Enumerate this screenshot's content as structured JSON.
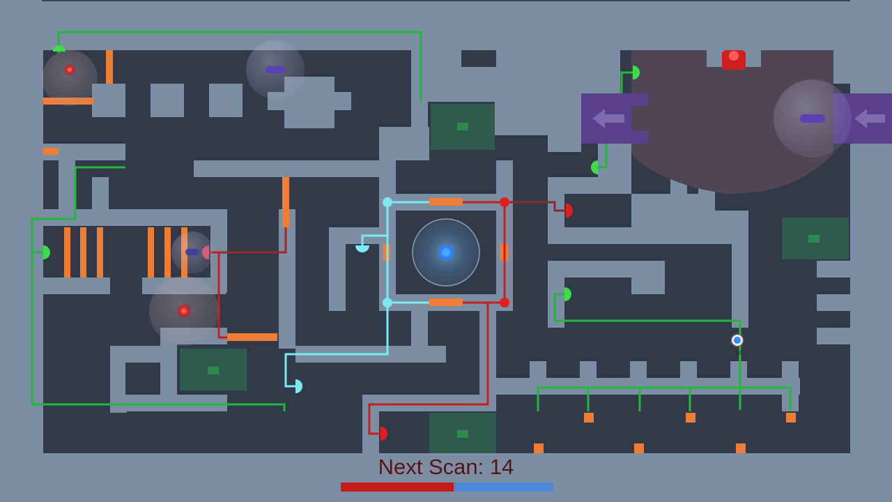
{
  "hud": {
    "next_scan_label": "Next Scan:",
    "next_scan_value": "14",
    "scan_progress": 0.53
  },
  "player": {
    "counter": "14"
  },
  "colors": {
    "background": "#7c8ea4",
    "floor": "#323a49",
    "orange_door": "#f07d36",
    "green_wire": "#22b83a",
    "red_wire": "#c41e1e",
    "cyan_wire": "#7be9f2",
    "purple_conveyor": "#5a3f8e",
    "scan_red": "#c61b1b",
    "scan_blue": "#4d88d6"
  },
  "icons": {
    "core": "glowing-blue-core-icon",
    "player": "player-drone-icon",
    "conveyor": "left-arrow-icon",
    "button": "half-circle-button-icon",
    "node": "wire-node-icon"
  }
}
